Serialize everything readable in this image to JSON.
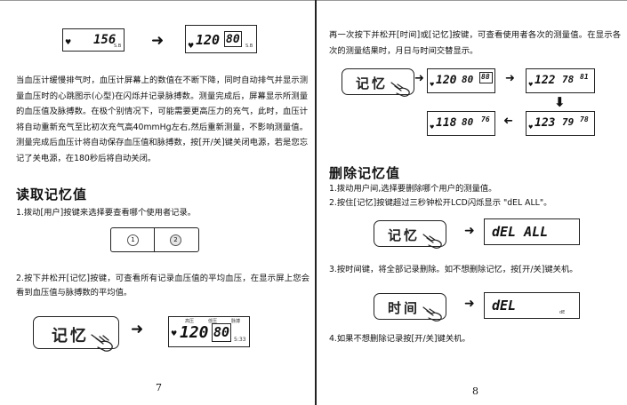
{
  "left_page": {
    "top_display_1": {
      "value": "156",
      "unit": "S.B"
    },
    "top_display_2": {
      "systolic": "120",
      "diastolic": "80",
      "unit": "S.B"
    },
    "intro_paragraph": "当血压计缓慢排气时，血压计屏幕上的数值在不断下降，同时自动排气并显示测量血压时的心跳图示(心型)在闪烁并记录脉搏数。测量完成后，屏幕显示所测量的血压值及脉搏数。在极个别情况下，可能需要更高压力的充气，此时，血压计将自动重新充气至比初次充气高40mmHg左右,然后重新测量，不影响测量值。测量完成后血压计将自动保存血压值和脉搏数，按[开/关]键关闭电源，若是您忘记了关电源，在180秒后将自动关闭。",
    "section_heading": "读取记忆值",
    "step1": "1.拨动[用户]按键来选择要查看哪个使用者记录。",
    "user_switch": [
      "1",
      "2"
    ],
    "step2": "2.按下并松开[记忆]按键，可查看所有记录血压值的平均血压，在显示屏上您会看到血压值与脉搏数的平均值。",
    "memory_button_label": "记忆",
    "avg_display": {
      "systolic": "120",
      "diastolic": "80",
      "time": "5:33",
      "hdr1": "高压",
      "hdr2": "低压",
      "hdr3": "脉搏"
    },
    "page_number": "7"
  },
  "right_page": {
    "intro": "再一次按下并松开[时间]或[记忆]按键，可查看使用者各次的测量值。在显示各次的测量结果时，月日与时间交替显示。",
    "memory_button_label": "记忆",
    "seq_displays": [
      {
        "systolic": "120",
        "diastolic": "80",
        "pulse": "88"
      },
      {
        "systolic": "122",
        "diastolic": "78",
        "pulse": "81"
      },
      {
        "systolic": "123",
        "diastolic": "79",
        "pulse": "78"
      },
      {
        "systolic": "118",
        "diastolic": "80",
        "pulse": "76"
      }
    ],
    "section_heading": "删除记忆值",
    "step1": "1.拨动用户间,选择要删除哪个用户的测量值。",
    "step2": "2.按住[记忆]按键超过三秒钟松开LCD闪烁显示 \"dEL ALL\"。",
    "del_all_text": "dEL ALL",
    "step3": "3.按时间键，将全部记录删除。如不想删除记忆，按[开/关]键关机。",
    "time_button_label": "时间",
    "del_text": "dEL",
    "del_small": "dE",
    "step4": "4.如果不想删除记录按[开/关]键关机。",
    "page_number": "8"
  }
}
